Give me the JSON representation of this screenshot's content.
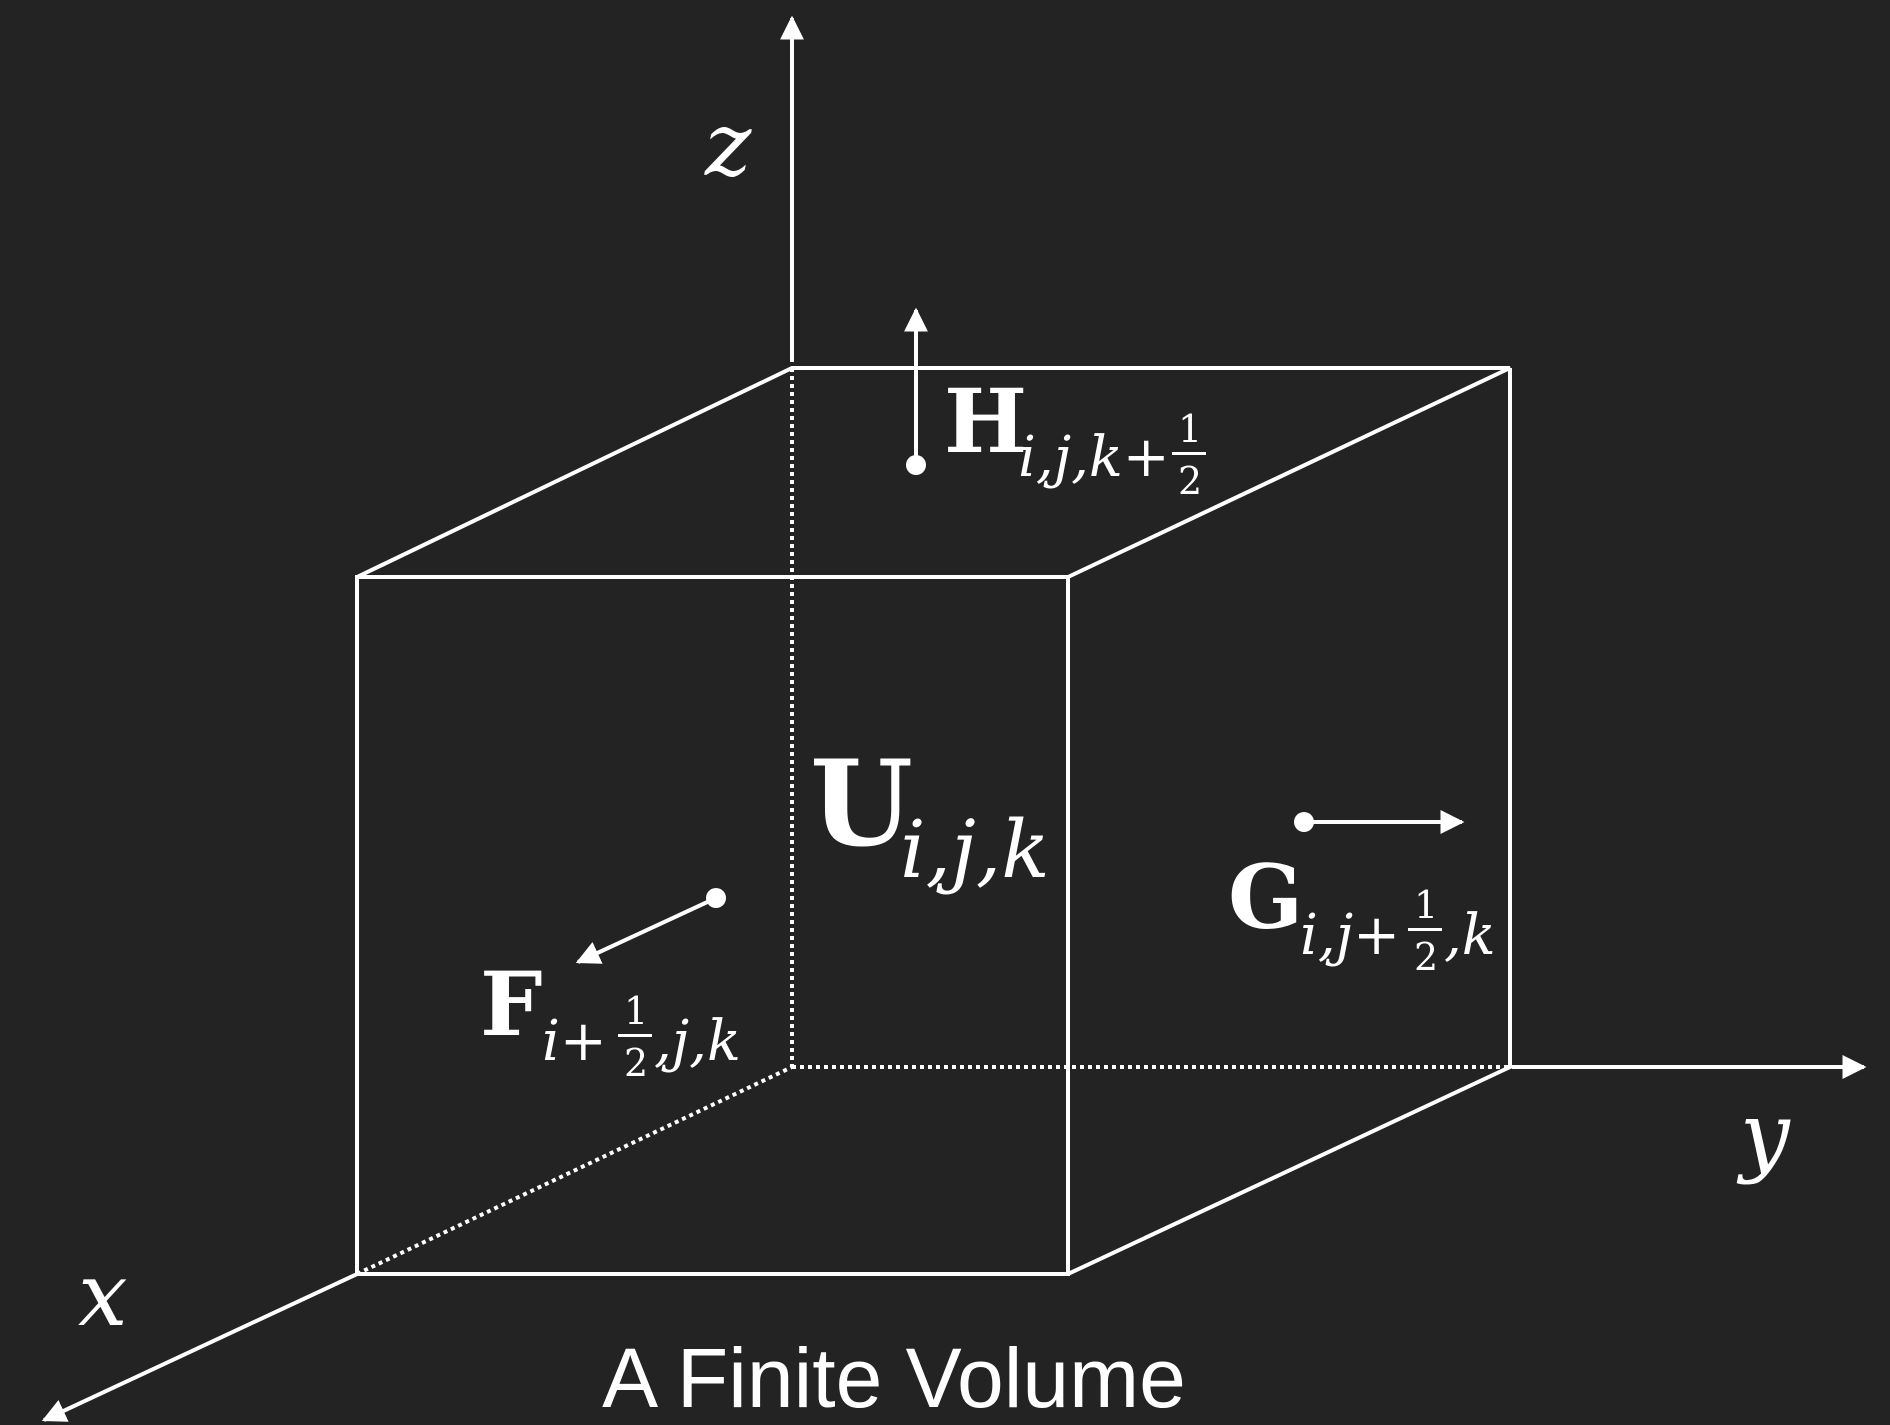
{
  "colors": {
    "background": "#232323",
    "foreground": "#ffffff"
  },
  "axes": {
    "z": "z",
    "x": "x",
    "y": "y"
  },
  "cell": {
    "symbol": "U",
    "subscript": "i,j,k"
  },
  "fluxes": {
    "H": {
      "symbol": "H",
      "sub_pre": "i,j,k+",
      "frac_num": "1",
      "frac_den": "2",
      "sub_post": ""
    },
    "G": {
      "symbol": "G",
      "sub_pre": "i,j+",
      "frac_num": "1",
      "frac_den": "2",
      "sub_post": ",k"
    },
    "F": {
      "symbol": "F",
      "sub_pre": "i+",
      "frac_num": "1",
      "frac_den": "2",
      "sub_post": ",j,k"
    }
  },
  "caption": "A Finite Volume"
}
